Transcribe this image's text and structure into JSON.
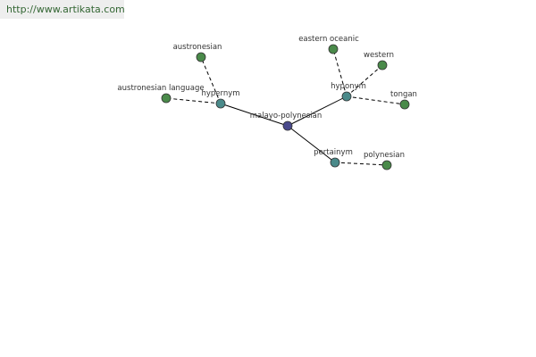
{
  "header": {
    "url": "http://www.artikata.com"
  },
  "graph": {
    "colors": {
      "center": "#4a4a8c",
      "relation": "#4a8a8a",
      "term": "#4a8a4a"
    },
    "center": {
      "id": "center",
      "label": "malayo-polynesian"
    },
    "relations": [
      {
        "id": "hypernym",
        "label": "hypernym"
      },
      {
        "id": "hyponym",
        "label": "hyponym"
      },
      {
        "id": "pertainym",
        "label": "pertainym"
      }
    ],
    "terms": [
      {
        "id": "austronesian",
        "label": "austronesian",
        "relation": "hypernym"
      },
      {
        "id": "austronesian-language",
        "label": "austronesian language",
        "relation": "hypernym"
      },
      {
        "id": "eastern-oceanic",
        "label": "eastern oceanic",
        "relation": "hyponym"
      },
      {
        "id": "western",
        "label": "western",
        "relation": "hyponym"
      },
      {
        "id": "tongan",
        "label": "tongan",
        "relation": "hyponym"
      },
      {
        "id": "polynesian",
        "label": "polynesian",
        "relation": "pertainym"
      }
    ]
  }
}
